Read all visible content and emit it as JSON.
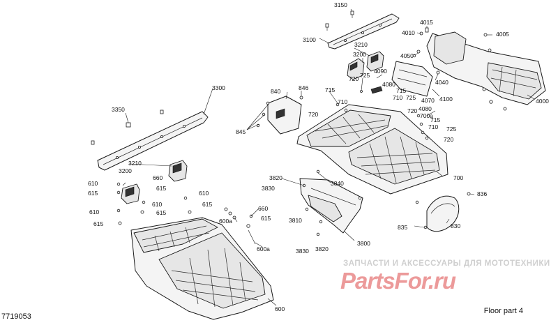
{
  "diagram": {
    "id_code": "7719053",
    "title": "Floor part 4",
    "watermark": {
      "tagline": "ЗАПЧАСТИ И АКСЕССУАРЫ ДЛЯ МОТОТЕХНИКИ",
      "brand": "PartsFor.ru"
    },
    "callouts": [
      {
        "key": "c3150",
        "text": "3150"
      },
      {
        "key": "c3100",
        "text": "3100"
      },
      {
        "key": "c3210a",
        "text": "3210"
      },
      {
        "key": "c3200a",
        "text": "3200"
      },
      {
        "key": "c4015",
        "text": "4015"
      },
      {
        "key": "c4010",
        "text": "4010"
      },
      {
        "key": "c4005",
        "text": "4005"
      },
      {
        "key": "c4050",
        "text": "4050"
      },
      {
        "key": "c4090",
        "text": "4090"
      },
      {
        "key": "c725a",
        "text": "725"
      },
      {
        "key": "c720a",
        "text": "720"
      },
      {
        "key": "c4080a",
        "text": "4080"
      },
      {
        "key": "c715a",
        "text": "715"
      },
      {
        "key": "c710a",
        "text": "710"
      },
      {
        "key": "c725b",
        "text": "725"
      },
      {
        "key": "c4070",
        "text": "4070"
      },
      {
        "key": "c4040",
        "text": "4040"
      },
      {
        "key": "c4100",
        "text": "4100"
      },
      {
        "key": "c4000",
        "text": "4000"
      },
      {
        "key": "c3300",
        "text": "3300"
      },
      {
        "key": "c840",
        "text": "840"
      },
      {
        "key": "c846",
        "text": "846"
      },
      {
        "key": "c715b",
        "text": "715"
      },
      {
        "key": "c710b",
        "text": "710"
      },
      {
        "key": "c720b",
        "text": "720"
      },
      {
        "key": "c4080b",
        "text": "4080"
      },
      {
        "key": "c720c",
        "text": "720"
      },
      {
        "key": "c700a",
        "text": "700a"
      },
      {
        "key": "c715c",
        "text": "715"
      },
      {
        "key": "c710c",
        "text": "710"
      },
      {
        "key": "c725c",
        "text": "725"
      },
      {
        "key": "c720d",
        "text": "720"
      },
      {
        "key": "c3350",
        "text": "3350"
      },
      {
        "key": "c845",
        "text": "845"
      },
      {
        "key": "c3210b",
        "text": "3210"
      },
      {
        "key": "c3200b",
        "text": "3200"
      },
      {
        "key": "c660a",
        "text": "660"
      },
      {
        "key": "c610a",
        "text": "610"
      },
      {
        "key": "c615a",
        "text": "615"
      },
      {
        "key": "c615b",
        "text": "615"
      },
      {
        "key": "c610b",
        "text": "610"
      },
      {
        "key": "c610c",
        "text": "610"
      },
      {
        "key": "c615c",
        "text": "615"
      },
      {
        "key": "c610d",
        "text": "610"
      },
      {
        "key": "c615d",
        "text": "615"
      },
      {
        "key": "c615e",
        "text": "615"
      },
      {
        "key": "c660b",
        "text": "660"
      },
      {
        "key": "c600aa",
        "text": "600a"
      },
      {
        "key": "c615f",
        "text": "615"
      },
      {
        "key": "c600ab",
        "text": "600a"
      },
      {
        "key": "c3820a",
        "text": "3820"
      },
      {
        "key": "c3830a",
        "text": "3830"
      },
      {
        "key": "c3840",
        "text": "3840"
      },
      {
        "key": "c3810",
        "text": "3810"
      },
      {
        "key": "c3830b",
        "text": "3830"
      },
      {
        "key": "c3820b",
        "text": "3820"
      },
      {
        "key": "c3800",
        "text": "3800"
      },
      {
        "key": "c700",
        "text": "700"
      },
      {
        "key": "c836",
        "text": "836"
      },
      {
        "key": "c835",
        "text": "835"
      },
      {
        "key": "c830",
        "text": "830"
      },
      {
        "key": "c600",
        "text": "600"
      }
    ]
  }
}
